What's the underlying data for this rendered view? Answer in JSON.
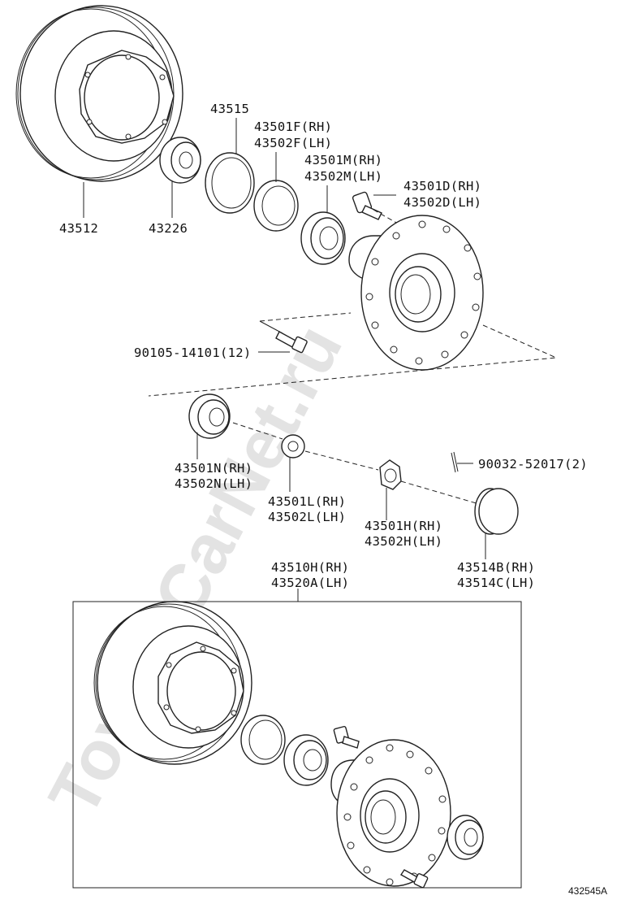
{
  "watermark": "ToyotaCarNet.ru",
  "figure_id": "432545A",
  "parts": {
    "rotor": "43512",
    "oil_seal": "43226",
    "sensor_rotor": "43515",
    "outer_seal_rh": "43501F(RH)",
    "outer_seal_lh": "43502F(LH)",
    "bearing_outer_rh": "43501M(RH)",
    "bearing_outer_lh": "43502M(LH)",
    "hub_bolt_rh": "43501D(RH)",
    "hub_bolt_lh": "43502D(LH)",
    "disc_bolt": "90105-14101(12)",
    "bearing_inner_rh": "43501N(RH)",
    "bearing_inner_lh": "43502N(LH)",
    "washer_rh": "43501L(RH)",
    "washer_lh": "43502L(LH)",
    "nut_rh": "43501H(RH)",
    "nut_lh": "43502H(LH)",
    "cotter_pin": "90032-52017(2)",
    "grease_cap_rh": "43514B(RH)",
    "grease_cap_lh": "43514C(LH)",
    "assembly_rh": "43510H(RH)",
    "assembly_lh": "43520A(LH)"
  }
}
